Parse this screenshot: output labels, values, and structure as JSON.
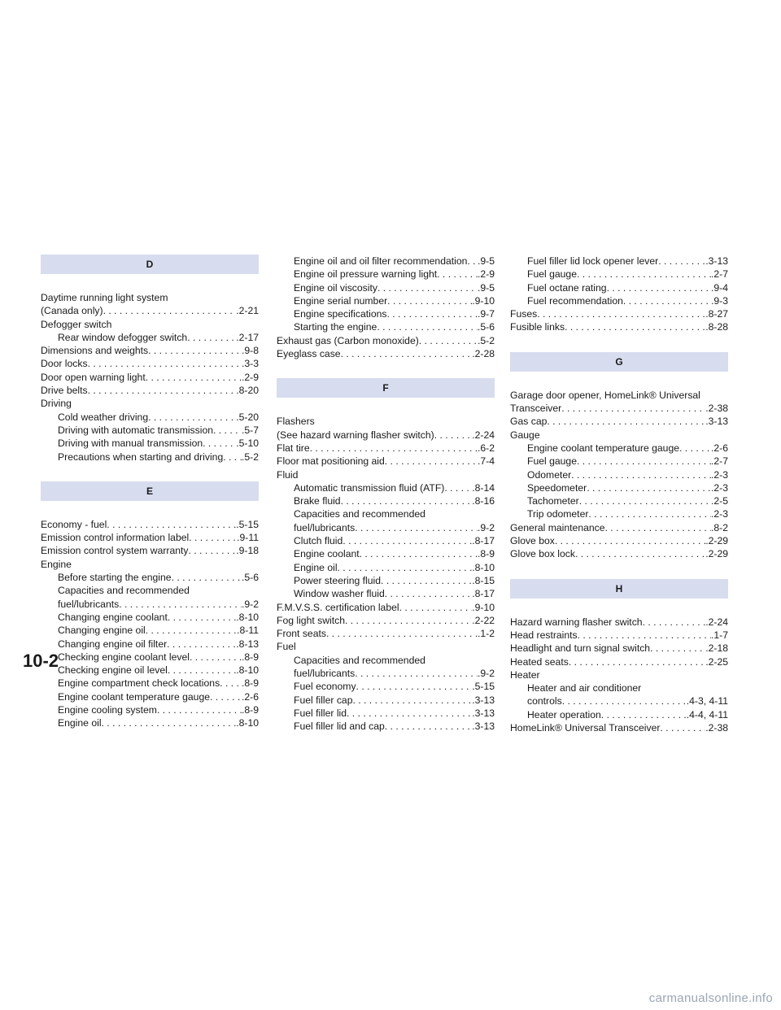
{
  "page_number": "10-2",
  "watermark": "carmanualsonline.info",
  "columns": [
    [
      {
        "type": "header",
        "text": "D"
      },
      {
        "type": "entry",
        "text": "Daytime running light system",
        "page": ""
      },
      {
        "type": "entry",
        "text": "(Canada only)",
        "page": ".2-21"
      },
      {
        "type": "entry",
        "text": "Defogger switch",
        "page": ""
      },
      {
        "type": "sub",
        "text": "Rear window defogger switch",
        "page": ".2-17"
      },
      {
        "type": "entry",
        "text": "Dimensions and weights",
        "page": ".9-8"
      },
      {
        "type": "entry",
        "text": "Door locks",
        "page": ".3-3"
      },
      {
        "type": "entry",
        "text": "Door open warning light",
        "page": ".2-9"
      },
      {
        "type": "entry",
        "text": "Drive belts",
        "page": ".8-20"
      },
      {
        "type": "entry",
        "text": "Driving",
        "page": ""
      },
      {
        "type": "sub",
        "text": "Cold weather driving",
        "page": ".5-20"
      },
      {
        "type": "sub",
        "text": "Driving with automatic transmission",
        "page": ".5-7"
      },
      {
        "type": "sub",
        "text": "Driving with manual transmission",
        "page": ".5-10"
      },
      {
        "type": "sub",
        "text": "Precautions when starting and driving",
        "page": ".5-2"
      },
      {
        "type": "header",
        "text": "E"
      },
      {
        "type": "entry",
        "text": "Economy - fuel",
        "page": ".5-15"
      },
      {
        "type": "entry",
        "text": "Emission control information label",
        "page": ".9-11"
      },
      {
        "type": "entry",
        "text": "Emission control system warranty",
        "page": ".9-18"
      },
      {
        "type": "entry",
        "text": "Engine",
        "page": ""
      },
      {
        "type": "sub",
        "text": "Before starting the engine",
        "page": ".5-6"
      },
      {
        "type": "sub",
        "text": "Capacities and recommended",
        "page": ""
      },
      {
        "type": "sub",
        "text": "fuel/lubricants",
        "page": ".9-2"
      },
      {
        "type": "sub",
        "text": "Changing engine coolant",
        "page": ".8-10"
      },
      {
        "type": "sub",
        "text": "Changing engine oil",
        "page": ".8-11"
      },
      {
        "type": "sub",
        "text": "Changing engine oil filter",
        "page": ".8-13"
      },
      {
        "type": "sub",
        "text": "Checking engine coolant level",
        "page": ".8-9"
      },
      {
        "type": "sub",
        "text": "Checking engine oil level",
        "page": ".8-10"
      },
      {
        "type": "sub",
        "text": "Engine compartment check locations",
        "page": ".8-9"
      },
      {
        "type": "sub",
        "text": "Engine coolant temperature gauge",
        "page": ".2-6"
      },
      {
        "type": "sub",
        "text": "Engine cooling system",
        "page": ".8-9"
      },
      {
        "type": "sub",
        "text": "Engine oil",
        "page": ".8-10"
      }
    ],
    [
      {
        "type": "sub",
        "text": "Engine oil and oil filter recommendation",
        "page": ".9-5"
      },
      {
        "type": "sub",
        "text": "Engine oil pressure warning light",
        "page": ".2-9"
      },
      {
        "type": "sub",
        "text": "Engine oil viscosity",
        "page": ".9-5"
      },
      {
        "type": "sub",
        "text": "Engine serial number",
        "page": ".9-10"
      },
      {
        "type": "sub",
        "text": "Engine specifications",
        "page": ".9-7"
      },
      {
        "type": "sub",
        "text": "Starting the engine",
        "page": ".5-6"
      },
      {
        "type": "entry",
        "text": "Exhaust gas (Carbon monoxide)",
        "page": ".5-2"
      },
      {
        "type": "entry",
        "text": "Eyeglass case",
        "page": ".2-28"
      },
      {
        "type": "header",
        "text": "F"
      },
      {
        "type": "entry",
        "text": "Flashers",
        "page": ""
      },
      {
        "type": "entry",
        "text": "(See hazard warning flasher switch)",
        "page": ".2-24"
      },
      {
        "type": "entry",
        "text": "Flat tire",
        "page": ".6-2"
      },
      {
        "type": "entry",
        "text": "Floor mat positioning aid",
        "page": ".7-4"
      },
      {
        "type": "entry",
        "text": "Fluid",
        "page": ""
      },
      {
        "type": "sub",
        "text": "Automatic transmission fluid (ATF)",
        "page": ".8-14"
      },
      {
        "type": "sub",
        "text": "Brake fluid",
        "page": ".8-16"
      },
      {
        "type": "sub",
        "text": "Capacities and recommended",
        "page": ""
      },
      {
        "type": "sub",
        "text": "fuel/lubricants",
        "page": ".9-2"
      },
      {
        "type": "sub",
        "text": "Clutch fluid",
        "page": ".8-17"
      },
      {
        "type": "sub",
        "text": "Engine coolant",
        "page": ".8-9"
      },
      {
        "type": "sub",
        "text": "Engine oil",
        "page": ".8-10"
      },
      {
        "type": "sub",
        "text": "Power steering fluid",
        "page": ".8-15"
      },
      {
        "type": "sub",
        "text": "Window washer fluid",
        "page": ".8-17"
      },
      {
        "type": "entry",
        "text": "F.M.V.S.S. certification label",
        "page": ".9-10"
      },
      {
        "type": "entry",
        "text": "Fog light switch",
        "page": ".2-22"
      },
      {
        "type": "entry",
        "text": "Front seats",
        "page": ".1-2"
      },
      {
        "type": "entry",
        "text": "Fuel",
        "page": ""
      },
      {
        "type": "sub",
        "text": "Capacities and recommended",
        "page": ""
      },
      {
        "type": "sub",
        "text": "fuel/lubricants",
        "page": ".9-2"
      },
      {
        "type": "sub",
        "text": "Fuel economy",
        "page": ".5-15"
      },
      {
        "type": "sub",
        "text": "Fuel filler cap",
        "page": ".3-13"
      },
      {
        "type": "sub",
        "text": "Fuel filler lid",
        "page": ".3-13"
      },
      {
        "type": "sub",
        "text": "Fuel filler lid and cap",
        "page": ".3-13"
      }
    ],
    [
      {
        "type": "sub",
        "text": "Fuel filler lid lock opener lever",
        "page": ".3-13"
      },
      {
        "type": "sub",
        "text": "Fuel gauge",
        "page": ".2-7"
      },
      {
        "type": "sub",
        "text": "Fuel octane rating",
        "page": ".9-4"
      },
      {
        "type": "sub",
        "text": "Fuel recommendation",
        "page": ".9-3"
      },
      {
        "type": "entry",
        "text": "Fuses",
        "page": ".8-27"
      },
      {
        "type": "entry",
        "text": "Fusible links",
        "page": ".8-28"
      },
      {
        "type": "header",
        "text": "G"
      },
      {
        "type": "entry",
        "text": "Garage door opener, HomeLink® Universal",
        "page": ""
      },
      {
        "type": "entry",
        "text": "Transceiver",
        "page": ".2-38"
      },
      {
        "type": "entry",
        "text": "Gas cap",
        "page": ".3-13"
      },
      {
        "type": "entry",
        "text": "Gauge",
        "page": ""
      },
      {
        "type": "sub",
        "text": "Engine coolant temperature gauge",
        "page": ".2-6"
      },
      {
        "type": "sub",
        "text": "Fuel gauge",
        "page": ".2-7"
      },
      {
        "type": "sub",
        "text": "Odometer",
        "page": ".2-3"
      },
      {
        "type": "sub",
        "text": "Speedometer",
        "page": ".2-3"
      },
      {
        "type": "sub",
        "text": "Tachometer",
        "page": ".2-5"
      },
      {
        "type": "sub",
        "text": "Trip odometer",
        "page": ".2-3"
      },
      {
        "type": "entry",
        "text": "General maintenance",
        "page": ".8-2"
      },
      {
        "type": "entry",
        "text": "Glove box",
        "page": ".2-29"
      },
      {
        "type": "entry",
        "text": "Glove box lock",
        "page": ".2-29"
      },
      {
        "type": "header",
        "text": "H"
      },
      {
        "type": "entry",
        "text": "Hazard warning flasher switch",
        "page": ".2-24"
      },
      {
        "type": "entry",
        "text": "Head restraints",
        "page": ".1-7"
      },
      {
        "type": "entry",
        "text": "Headlight and turn signal switch",
        "page": ".2-18"
      },
      {
        "type": "entry",
        "text": "Heated seats",
        "page": ".2-25"
      },
      {
        "type": "entry",
        "text": "Heater",
        "page": ""
      },
      {
        "type": "sub",
        "text": "Heater and air conditioner",
        "page": ""
      },
      {
        "type": "sub",
        "text": "controls",
        "page": ".4-3, 4-11"
      },
      {
        "type": "sub",
        "text": "Heater operation",
        "page": ".4-4, 4-11"
      },
      {
        "type": "entry",
        "text": "HomeLink® Universal Transceiver",
        "page": ".2-38"
      }
    ]
  ]
}
